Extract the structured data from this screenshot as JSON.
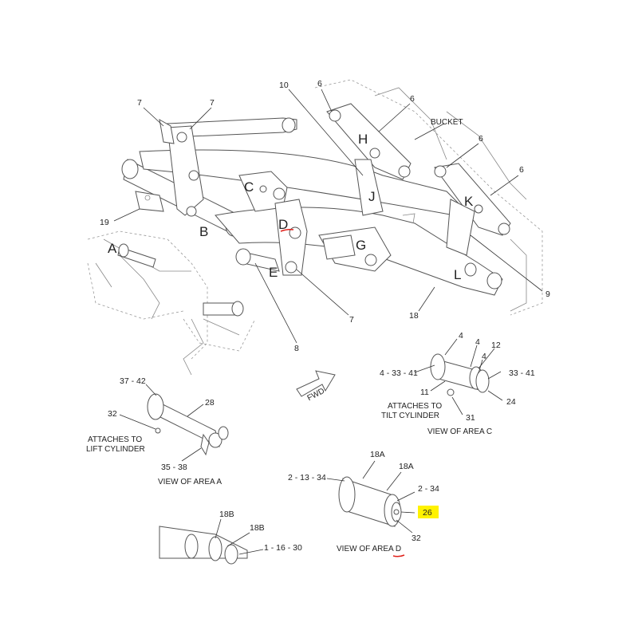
{
  "letters": {
    "A": "A",
    "B": "B",
    "C": "C",
    "D": "D",
    "E": "E",
    "G": "G",
    "H": "H",
    "J": "J",
    "K": "K",
    "L": "L"
  },
  "callouts": {
    "c10": "10",
    "c6a": "6",
    "c6b": "6",
    "c6c": "6",
    "c6d": "6",
    "c7a": "7",
    "c7b": "7",
    "c7c": "7",
    "c19": "19",
    "c9": "9",
    "c18": "18",
    "c8": "8",
    "bucket": "BUCKET",
    "c37_42": "37 - 42",
    "c32a": "32",
    "c28": "28",
    "c35_38": "35 - 38",
    "c4a": "4",
    "c4b": "4",
    "c4c": "4",
    "c12": "12",
    "c4_33_41": "4 - 33 - 41",
    "c33_41": "33 - 41",
    "c11": "11",
    "c24": "24",
    "c31": "31",
    "c18A_a": "18A",
    "c18A_b": "18A",
    "c2_13_34": "2 - 13 - 34",
    "c2_34": "2 - 34",
    "c26": "26",
    "c32b": "32",
    "c18B_a": "18B",
    "c18B_b": "18B",
    "c1_16_30": "1 - 16 - 30"
  },
  "notes": {
    "lift1": "ATTACHES TO",
    "lift2": "LIFT CYLINDER",
    "tilt1": "ATTACHES TO",
    "tilt2": "TILT CYLINDER",
    "fwd": "FWD"
  },
  "views": {
    "a": "VIEW OF AREA  A",
    "c": "VIEW OF AREA  C",
    "d_prefix": "VIEW OF AREA  ",
    "d_letter": "D"
  },
  "highlight": {
    "color": "#fff200"
  },
  "markup": {
    "color": "#e0201a"
  }
}
